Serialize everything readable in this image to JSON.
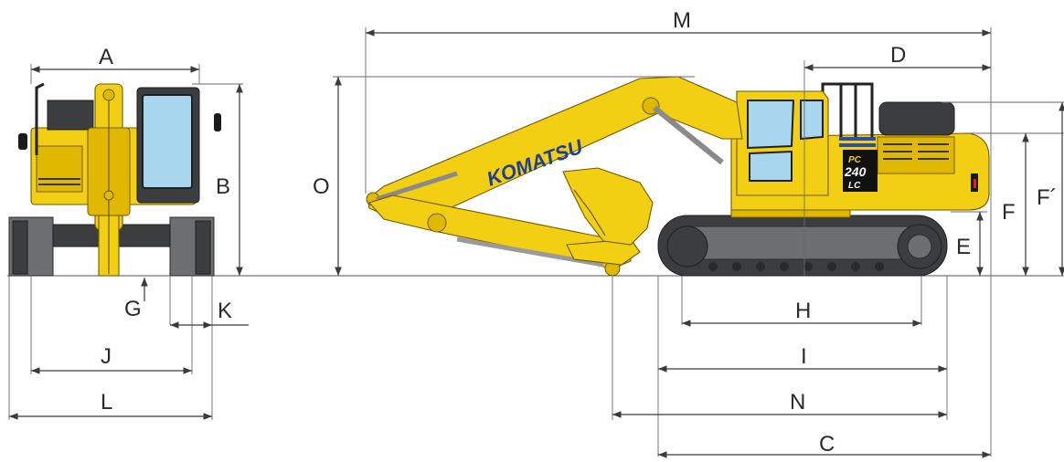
{
  "labels": {
    "A": "A",
    "B": "B",
    "C": "C",
    "D": "D",
    "E": "E",
    "F": "F",
    "F_prime": "F´",
    "G": "G",
    "H": "H",
    "I": "I",
    "J": "J",
    "K": "K",
    "L": "L",
    "M": "M",
    "N": "N",
    "O": "O"
  },
  "machine": {
    "brand": "KOMATSU",
    "model_line1": "PC",
    "model_line2": "240",
    "model_line3": "LC"
  },
  "colors": {
    "body": "#f3cf14",
    "track": "#3c3d3f",
    "glass": "#a9d6ef",
    "brand_text": "#1f3f95",
    "dimension_lines": "#3a3a3a"
  }
}
